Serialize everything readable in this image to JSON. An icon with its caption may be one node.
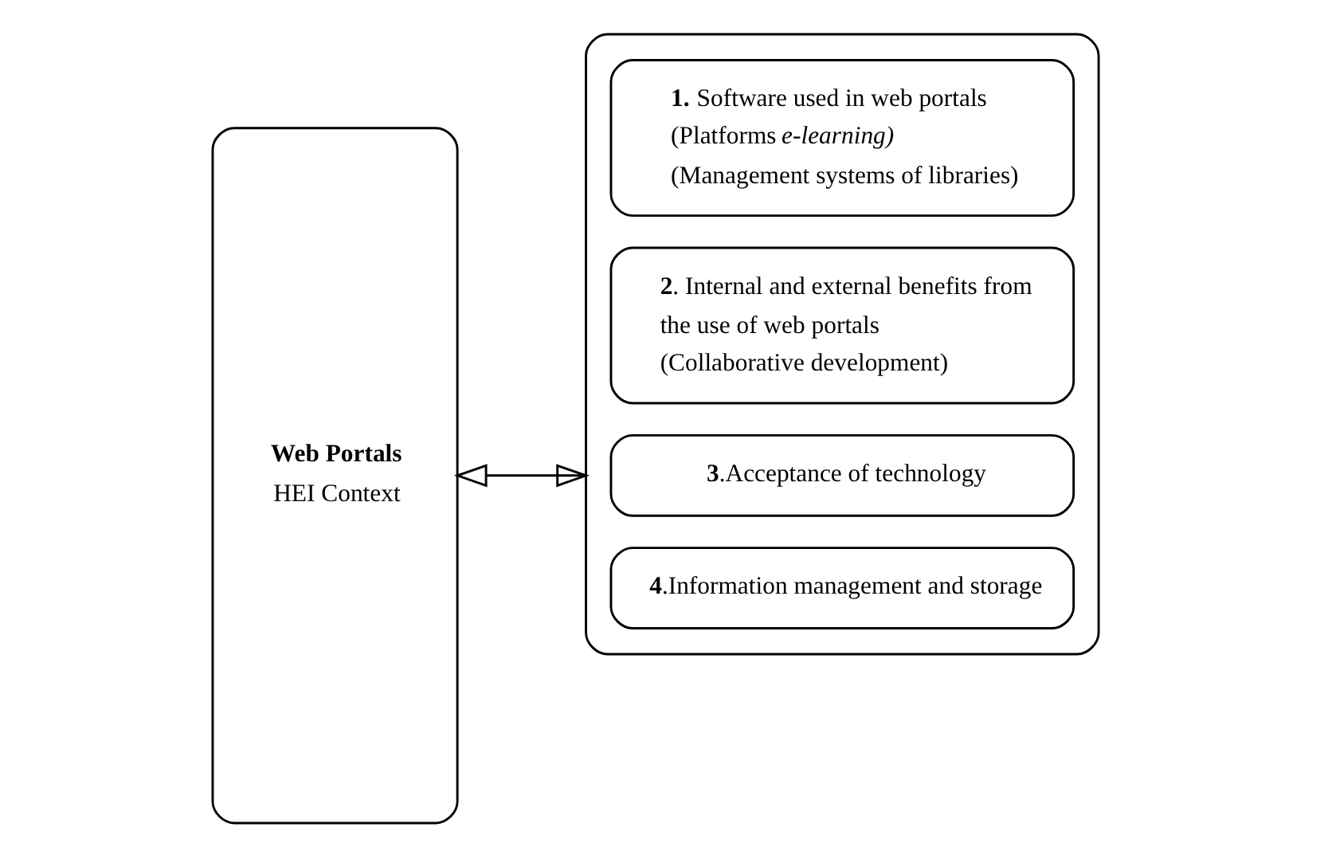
{
  "diagram": {
    "nodes": [
      {
        "text": [
          "**Web Portals**",
          "HEI Context"
        ]
      },
      {
        "text": [],
        "shape": "box"
      },
      {
        "text": [
          "**1.** Software used in web portals",
          "(Platforms *e-learning)*",
          "(Management systems of libraries)"
        ],
        "in": 1
      },
      {
        "text": [
          "**2**. Internal and external benefits from the use of web portals",
          "(Collaborative development)"
        ],
        "in": 1
      },
      {
        "text": [
          "**3**.Acceptance of technology"
        ],
        "in": 1
      },
      {
        "text": [
          "**4**.Information management and storage"
        ],
        "in": 1
      }
    ],
    "edges": [
      {
        "from": 0,
        "to": 1,
        "arrow": "both"
      }
    ]
  }
}
